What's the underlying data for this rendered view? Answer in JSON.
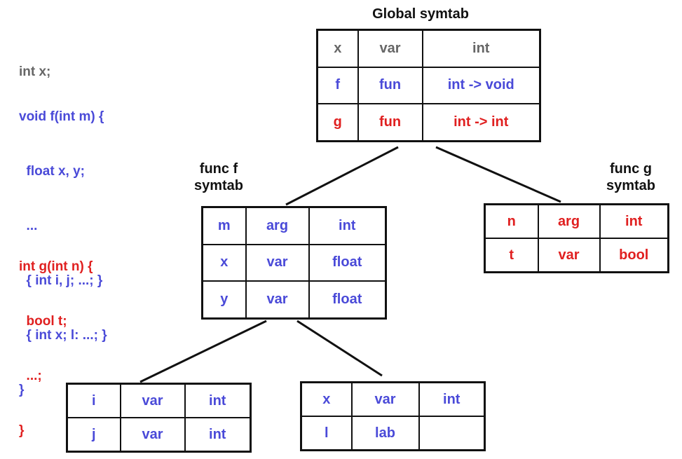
{
  "code": {
    "global_decl": "int x;",
    "f_lines": [
      "void f(int m) {",
      "  float x, y;",
      "  ...",
      "  { int i, j; ...; }",
      "  { int x; l: ...; }",
      "}"
    ],
    "g_lines": [
      "int g(int n) {",
      "  bool t;",
      "  ...;",
      "}"
    ]
  },
  "labels": {
    "global": "Global symtab",
    "func_f": [
      "func f",
      "symtab"
    ],
    "func_g": [
      "func g",
      "symtab"
    ]
  },
  "tables": {
    "global": [
      [
        "x",
        "var",
        "int"
      ],
      [
        "f",
        "fun",
        "int -> void"
      ],
      [
        "g",
        "fun",
        "int -> int"
      ]
    ],
    "func_f": [
      [
        "m",
        "arg",
        "int"
      ],
      [
        "x",
        "var",
        "float"
      ],
      [
        "y",
        "var",
        "float"
      ]
    ],
    "func_g": [
      [
        "n",
        "arg",
        "int"
      ],
      [
        "t",
        "var",
        "bool"
      ]
    ],
    "block1": [
      [
        "i",
        "var",
        "int"
      ],
      [
        "j",
        "var",
        "int"
      ]
    ],
    "block2": [
      [
        "x",
        "var",
        "int"
      ],
      [
        "l",
        "lab",
        ""
      ]
    ]
  },
  "colors": {
    "gray": "#666666",
    "blue": "#4a4ad8",
    "red": "#e02020",
    "line": "#111111"
  }
}
